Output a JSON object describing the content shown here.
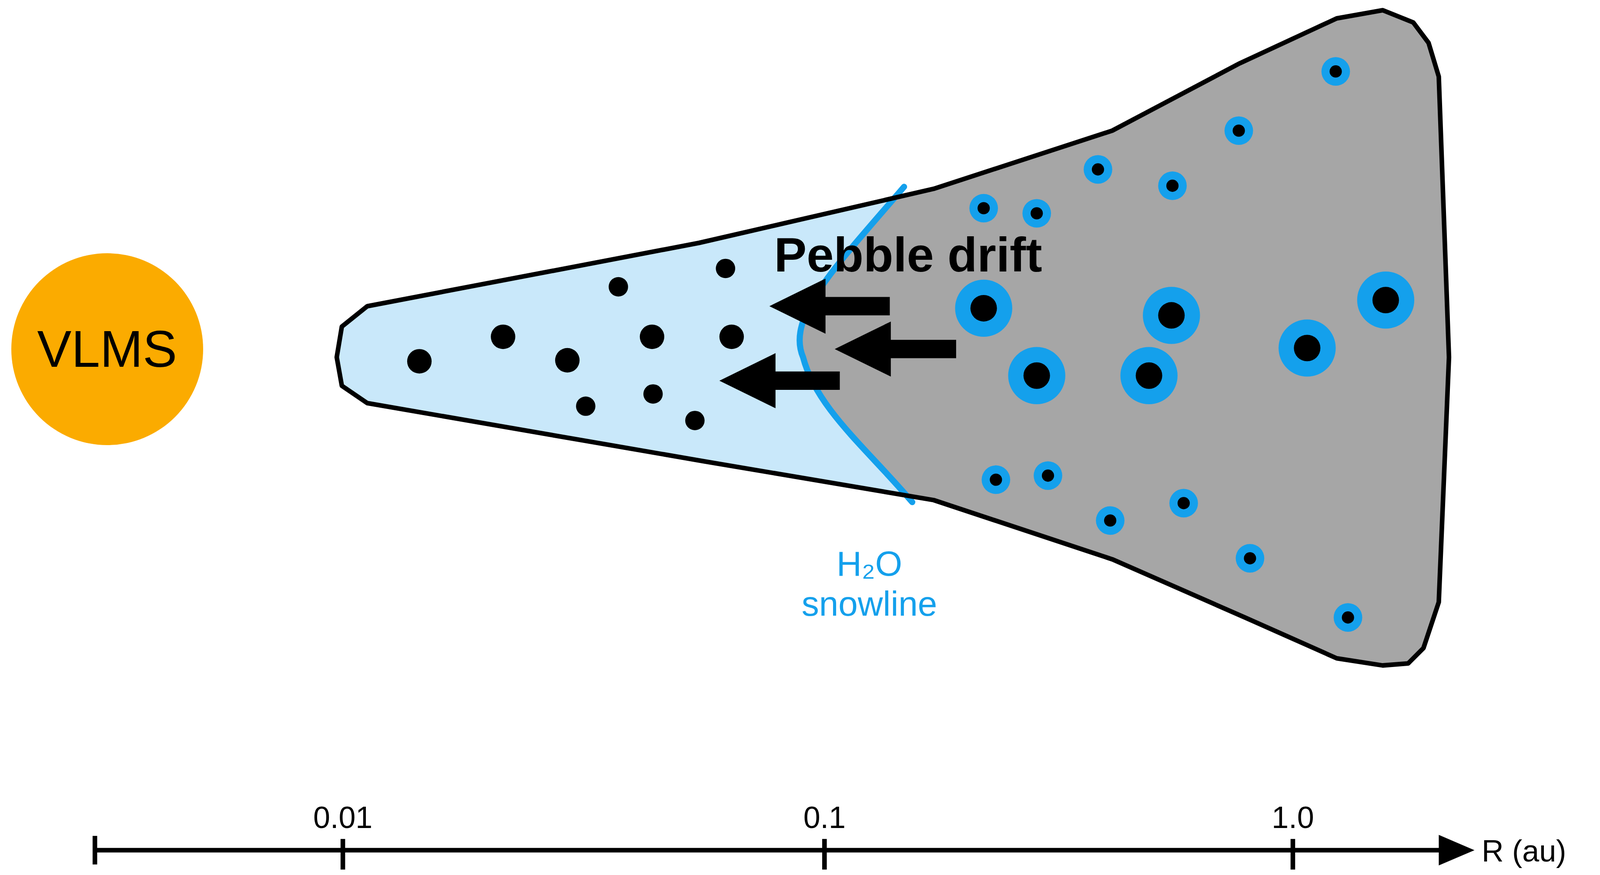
{
  "diagram": {
    "nodes": [
      {
        "text": [
          "VLMS"
        ]
      }
    ],
    "labels": [
      "Pebble drift",
      "H₂O snowline",
      "0.01",
      "0.1",
      "1.0",
      "R (au)"
    ]
  }
}
